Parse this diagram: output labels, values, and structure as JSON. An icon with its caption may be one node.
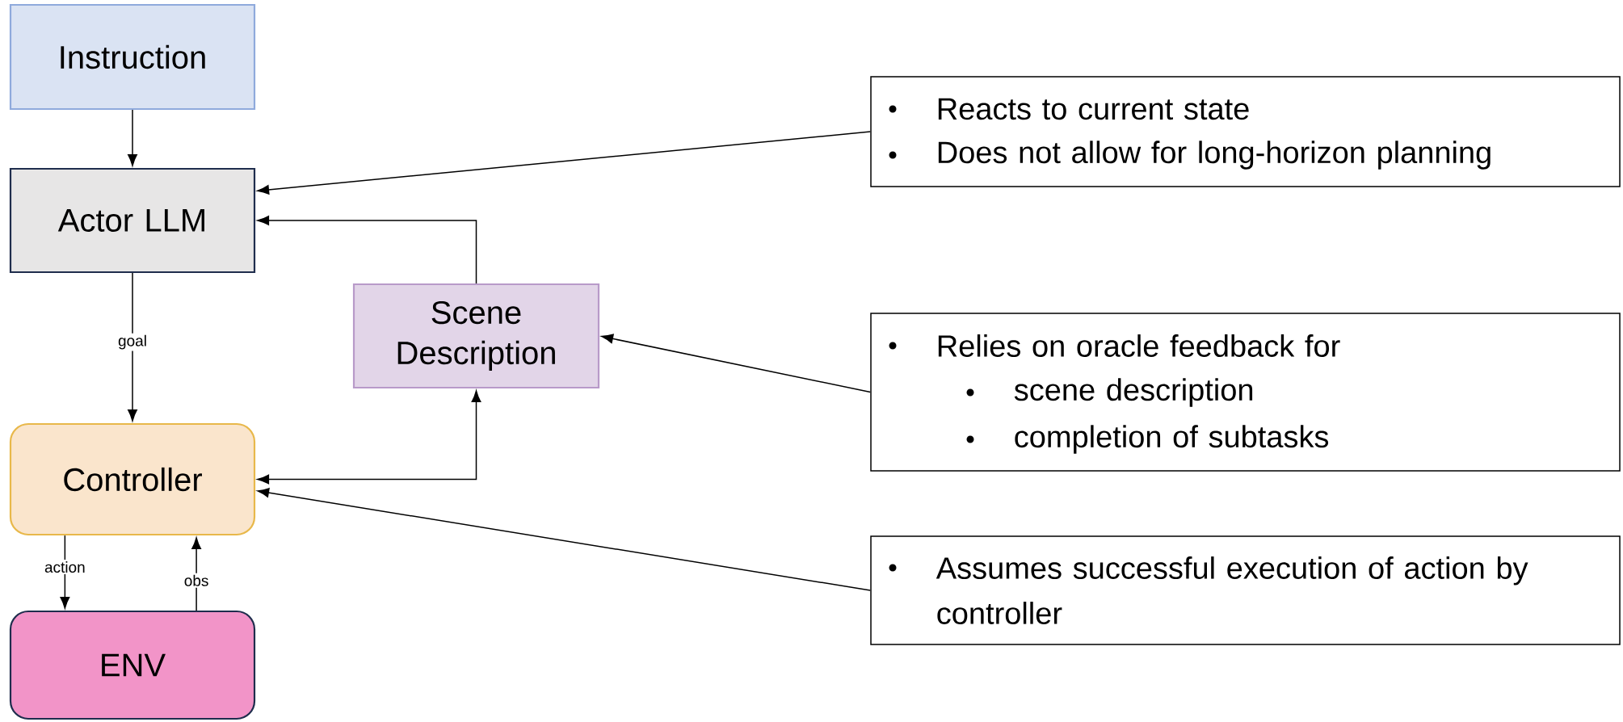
{
  "diagram": {
    "nodes": [
      {
        "text": [
          "Instruction"
        ]
      },
      {
        "text": [
          "Actor LLM"
        ]
      },
      {
        "text": [
          "Scene Description"
        ]
      },
      {
        "text": [
          "Controller"
        ]
      },
      {
        "text": [
          "ENV"
        ]
      },
      {
        "text": [
          "Reacts to current state",
          "Does not allow for long-horizon planning"
        ]
      },
      {
        "text": [
          "Relies on oracle feedback for",
          "scene description",
          "completion of subtasks"
        ]
      },
      {
        "text": [
          "Assumes successful execution of action by controller"
        ]
      }
    ],
    "edges": [
      {
        "from": 0,
        "to": 1,
        "arrow": "to"
      },
      {
        "from": 1,
        "to": 3,
        "arrow": "to",
        "label": "goal"
      },
      {
        "from": 3,
        "to": 4,
        "arrow": "to",
        "label": "action"
      },
      {
        "from": 4,
        "to": 3,
        "arrow": "to",
        "label": "obs"
      },
      {
        "from": 2,
        "to": 1,
        "arrow": "to"
      },
      {
        "from": 3,
        "to": 2,
        "arrow": "both"
      },
      {
        "from": 5,
        "to": 1,
        "arrow": "to"
      },
      {
        "from": 6,
        "to": 2,
        "arrow": "to"
      },
      {
        "from": 7,
        "to": 3,
        "arrow": "to"
      }
    ]
  }
}
